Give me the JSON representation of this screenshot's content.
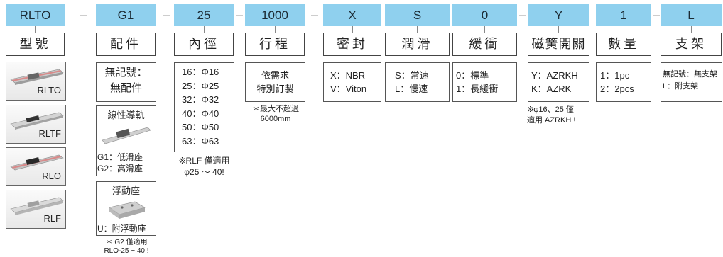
{
  "codes": [
    "RLTO",
    "G1",
    "25",
    "1000",
    "X",
    "S",
    "0",
    "Y",
    "1",
    "L"
  ],
  "dash": "–",
  "categories": [
    "型號",
    "配件",
    "內徑",
    "行程",
    "密封",
    "潤滑",
    "緩衝",
    "磁簧開關",
    "數量",
    "支架"
  ],
  "models": [
    "RLTO",
    "RLTF",
    "RLO",
    "RLF"
  ],
  "accessory": {
    "none_line1": "無記號：",
    "none_line2": "無配件",
    "guide_title": "線性導軌",
    "g1": "G1：低滑座",
    "g2": "G2：高滑座",
    "float_title": "浮動座",
    "u": "U：附浮動座",
    "note_line1": "＊ G2 僅適用",
    "note_line2": "RLO-25 ~ 40 !"
  },
  "bore": {
    "rows": [
      "16：Φ16",
      "25：Φ25",
      "32：Φ32",
      "40：Φ40",
      "50：Φ50",
      "63：Φ63"
    ],
    "note_line1": "※RLF 僅適用",
    "note_line2": "φ25 ～ 40!"
  },
  "stroke": {
    "line1": "依需求",
    "line2": "特別訂製",
    "note_line1": "＊最大不超過",
    "note_line2": "6000mm"
  },
  "seal": [
    "X：NBR",
    "V：Viton"
  ],
  "lube": [
    "S：常速",
    "L：慢速"
  ],
  "cushion": [
    "0：標準",
    "1：長緩衝"
  ],
  "switch": {
    "rows": [
      "Y：AZRKH",
      "K：AZRK"
    ],
    "note_line1": "※φ16、25 僅",
    "note_line2": "適用 AZRKH !"
  },
  "qty": [
    "1：1pc",
    "2：2pcs"
  ],
  "bracket": [
    "無記號：無支架",
    "L：附支架"
  ]
}
